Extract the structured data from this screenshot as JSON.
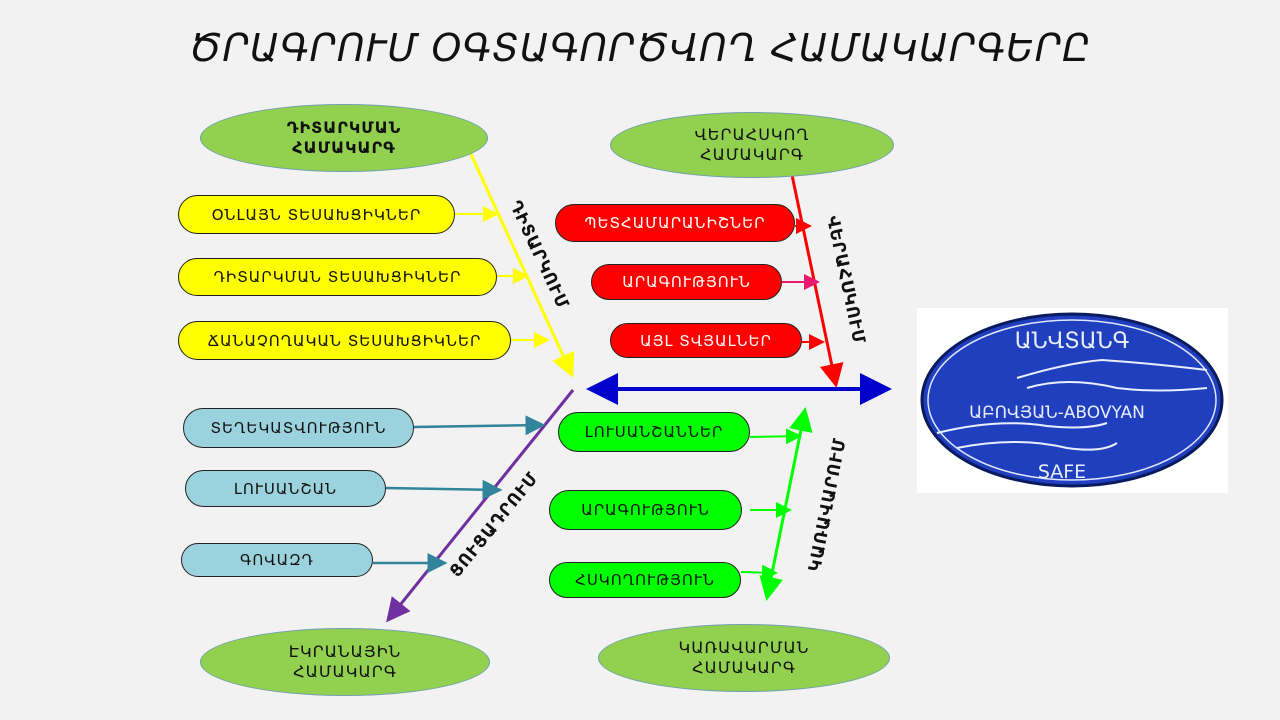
{
  "title": "ԾՐԱԳՐՈՒՄ ՕԳՏԱԳՈՐԾՎՈՂ ՀԱՄԱԿԱՐԳԵՐԸ",
  "systems": {
    "monitoring": "ԴԻՏԱՐԿՄԱՆ ՀԱՄԱԿԱՐԳ",
    "control": "ՎԵՐԱՀՍԿՈՂ ՀԱՄԱԿԱՐԳ",
    "display": "ԷԿՐԱՆԱՅԻՆ ՀԱՄԱԿԱՐԳ",
    "management": "ԿԱՌԱՎԱՐՄԱՆ ՀԱՄԱԿԱՐԳ"
  },
  "flows": {
    "monitoring": "ԴԻՏԱՐԿՈՒՄ",
    "control": "ՎԵՐԱՀՍԿՈՒՄ",
    "display": "ՑՈՒՑԱԴՐՈՒՄ",
    "management": "ԿԱՌԱՎԱՐՈՒՄ"
  },
  "yellow_items": [
    "ՕՆԼԱՅՆ ՏԵՍԱԽՑԻԿՆԵՐ",
    "ԴԻՏԱՐԿՄԱՆ ՏԵՍԱԽՑԻԿՆԵՐ",
    "ՃԱՆԱՉՈՂԱԿԱՆ ՏԵՍԱԽՑԻԿՆԵՐ"
  ],
  "red_items": [
    "ՊԵՏՀԱՄԱՐԱՆԻՇՆԵՐ",
    "ԱՐԱԳՈՒԹՅՈՒՆ",
    "ԱՅԼ ՏՎՅԱԼՆԵՐ"
  ],
  "blue_items": [
    "ՏԵՂԵԿԱՏՎՈՒԹՅՈՒՆ",
    "ԼՈՒՍԱՆՇԱՆ",
    "ԳՈՎԱԶԴ"
  ],
  "green_items": [
    "ԼՈՒՍԱՆՇԱՆՆԵՐ",
    "ԱՐԱԳՈՒԹՅՈՒՆ",
    "ՀՍԿՈՂՈՒԹՅՈՒՆ"
  ],
  "logo": {
    "line1": "ԱՆՎՏԱՆԳ",
    "line2": "ԱԲՈՎՅԱՆ-ABOVYAN",
    "line3": "SAFE"
  },
  "colors": {
    "yellow": "#ffff00",
    "red": "#ff0000",
    "blue_box": "#9ad3de",
    "green": "#00ff00",
    "ellipse": "#92d050",
    "logo_blue": "#1f3fbf"
  }
}
